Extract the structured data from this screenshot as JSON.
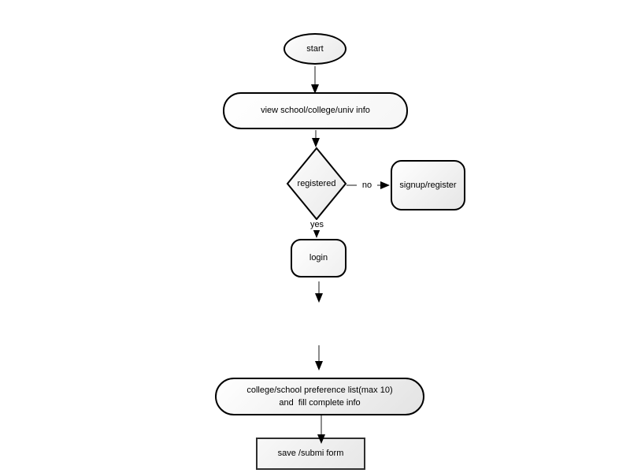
{
  "diagram_type": "flowchart",
  "nodes": {
    "start": {
      "label": "start",
      "shape": "ellipse"
    },
    "view_info": {
      "label": "view school/college/univ info",
      "shape": "rounded-rect"
    },
    "registered": {
      "label": "registered",
      "shape": "diamond-decision"
    },
    "signup": {
      "label": "signup/register",
      "shape": "rounded-rect"
    },
    "login": {
      "label": "login",
      "shape": "rounded-rect"
    },
    "preference": {
      "line1": "college/school preference list(max 10)",
      "line2": "and  fill complete info",
      "shape": "rounded-rect"
    },
    "save": {
      "label": "save /submi form",
      "shape": "rectangle"
    }
  },
  "edge_labels": {
    "no": "no",
    "yes": "yes"
  },
  "colors": {
    "background": "#ffffff",
    "node_border": "#000000",
    "node_fill_light": "#ffffff",
    "node_fill_gray": "#e6e6e6",
    "arrow_shaft": "#666666",
    "arrow_head": "#000000",
    "text": "#000000"
  }
}
